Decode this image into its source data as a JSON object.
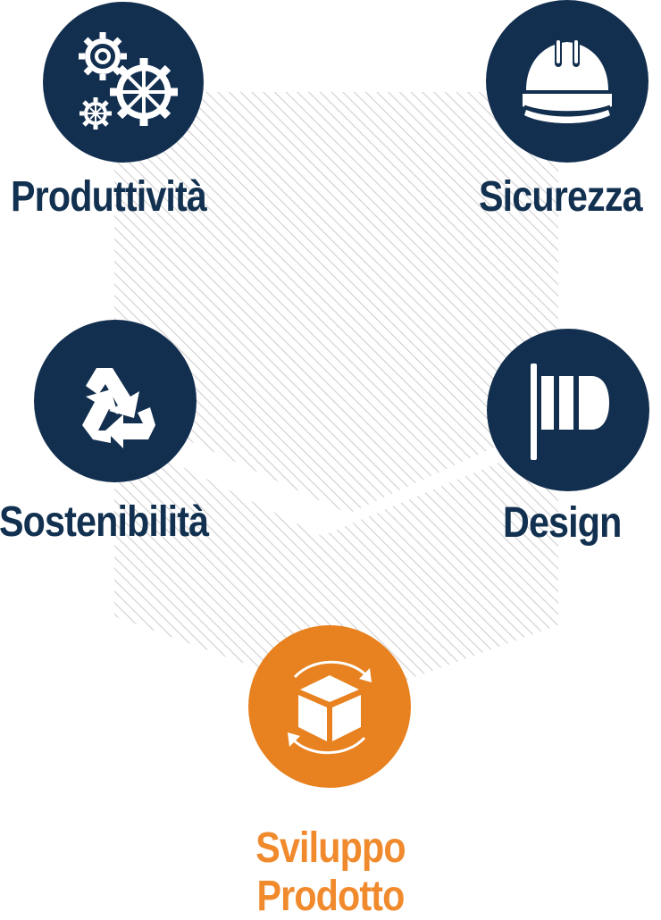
{
  "colors": {
    "navy": "#132F4F",
    "orange": "#E8811F",
    "orange_text": "#F08A2C",
    "hatch": "#cfcfcf"
  },
  "nodes": {
    "produttivita": {
      "label": "Produttività",
      "icon": "gears-icon"
    },
    "sicurezza": {
      "label": "Sicurezza",
      "icon": "hard-hat-icon"
    },
    "sostenibilita": {
      "label": "Sostenibilità",
      "icon": "recycle-icon"
    },
    "design": {
      "label": "Design",
      "icon": "flag-icon"
    },
    "sviluppo_prodotto": {
      "label_line1": "Sviluppo",
      "label_line2": "Prodotto",
      "icon": "cube-cycle-icon"
    }
  }
}
